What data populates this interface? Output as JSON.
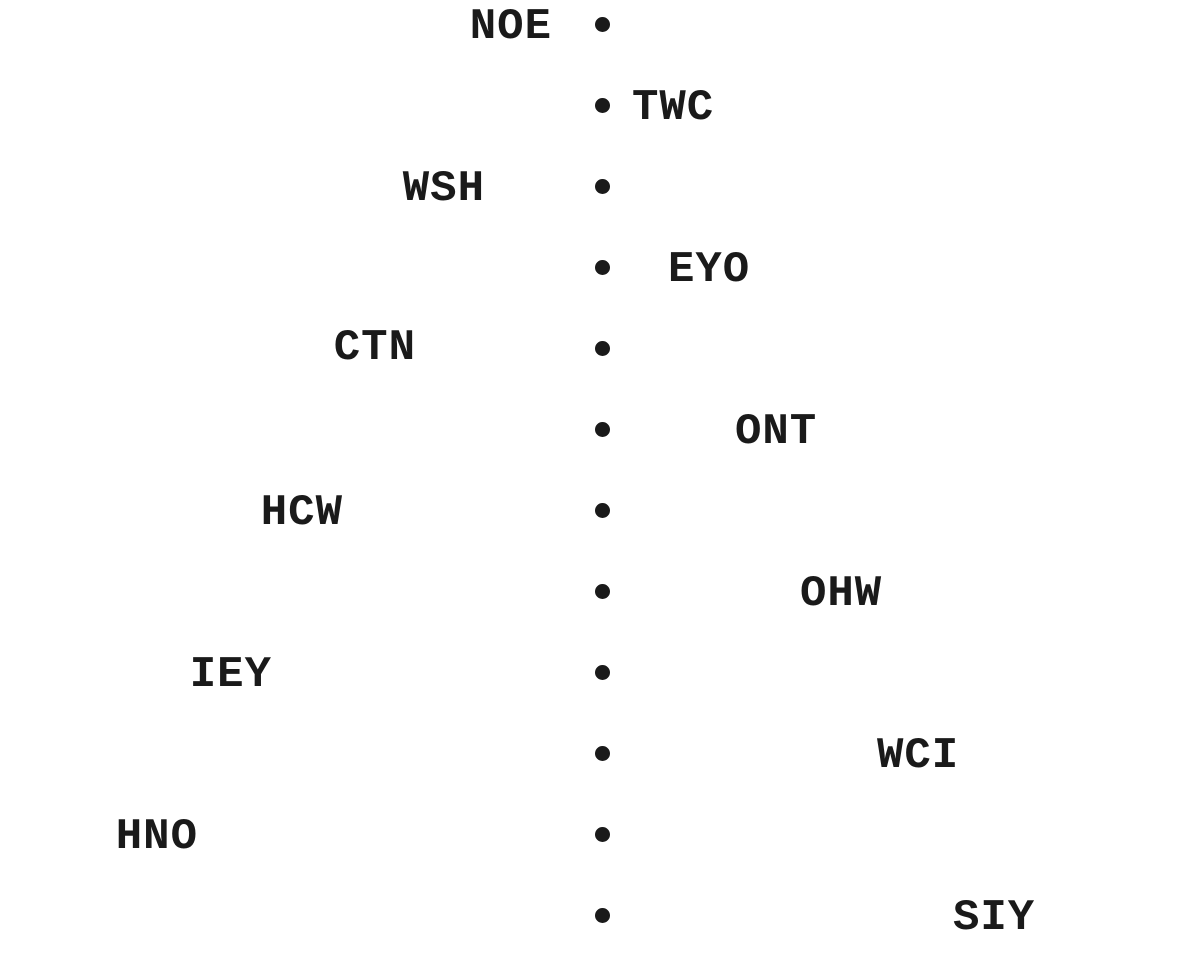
{
  "rows": [
    {
      "text": "NOE",
      "side": "left"
    },
    {
      "text": "TWC",
      "side": "right"
    },
    {
      "text": "WSH",
      "side": "left"
    },
    {
      "text": "EYO",
      "side": "right"
    },
    {
      "text": "CTN",
      "side": "left"
    },
    {
      "text": "ONT",
      "side": "right"
    },
    {
      "text": "HCW",
      "side": "left"
    },
    {
      "text": "OHW",
      "side": "right"
    },
    {
      "text": "IEY",
      "side": "left"
    },
    {
      "text": "WCI",
      "side": "right"
    },
    {
      "text": "HNO",
      "side": "left"
    },
    {
      "text": "SIY",
      "side": "right"
    }
  ],
  "colors": {
    "ink": "#1a1a1a",
    "background": "#ffffff"
  }
}
